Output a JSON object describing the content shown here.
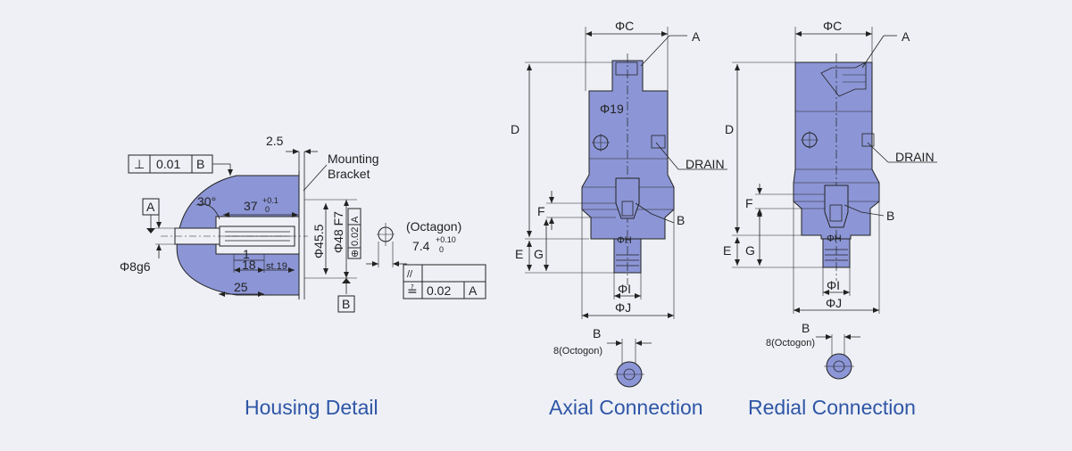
{
  "captions": {
    "housing": "Housing Detail",
    "axial": "Axial Connection",
    "radial": "Redial Connection"
  },
  "housing": {
    "dim_top": "2.5",
    "mounting_line1": "Mounting",
    "mounting_line2": "Bracket",
    "perp_symbol": "⊥",
    "perp_value": "0.01",
    "perp_ref": "B",
    "datum_a": "A",
    "datum_b": "B",
    "angle": "30°",
    "dim_37": "37",
    "dim_37_tol_upper": "+0.1",
    "dim_37_tol_lower": "0",
    "dim_455": "Φ45.5",
    "dim_48": "Φ48 F7",
    "pos_symbol": "⊕",
    "pos_value": "0.02",
    "pos_ref": "A",
    "dim_1": "1",
    "dim_18": "18",
    "dim_st19": "st.19",
    "dim_25": "25",
    "dim_8g6": "Φ8g6",
    "octagon_label": "(Octagon)",
    "octagon_value": "7.4",
    "octagon_tol_upper": "+0.10",
    "octagon_tol_lower": "0",
    "parallel_symbol": "//",
    "sym_symbol": "≟",
    "sym_value": "0.02",
    "sym_ref": "A"
  },
  "axial": {
    "c": "ΦC",
    "a": "A",
    "d": "D",
    "phi19": "Φ19",
    "drain": "DRAIN",
    "f": "F",
    "b": "B",
    "e": "E",
    "g": "G",
    "h": "ΦH",
    "i": "ΦI",
    "j": "ΦJ",
    "detail_b": "B",
    "detail_octagon": "8(Octogon)"
  },
  "radial": {
    "c": "ΦC",
    "a": "A",
    "d": "D",
    "drain": "DRAIN",
    "f": "F",
    "b": "B",
    "e": "E",
    "g": "G",
    "h": "ΦH",
    "i": "ΦI",
    "j": "ΦJ",
    "detail_b": "B",
    "detail_octagon": "8(Octogon)"
  },
  "colors": {
    "background": "#eef0f6",
    "part_fill": "#8c96d6",
    "outline": "#222222",
    "caption": "#2f56a6"
  }
}
